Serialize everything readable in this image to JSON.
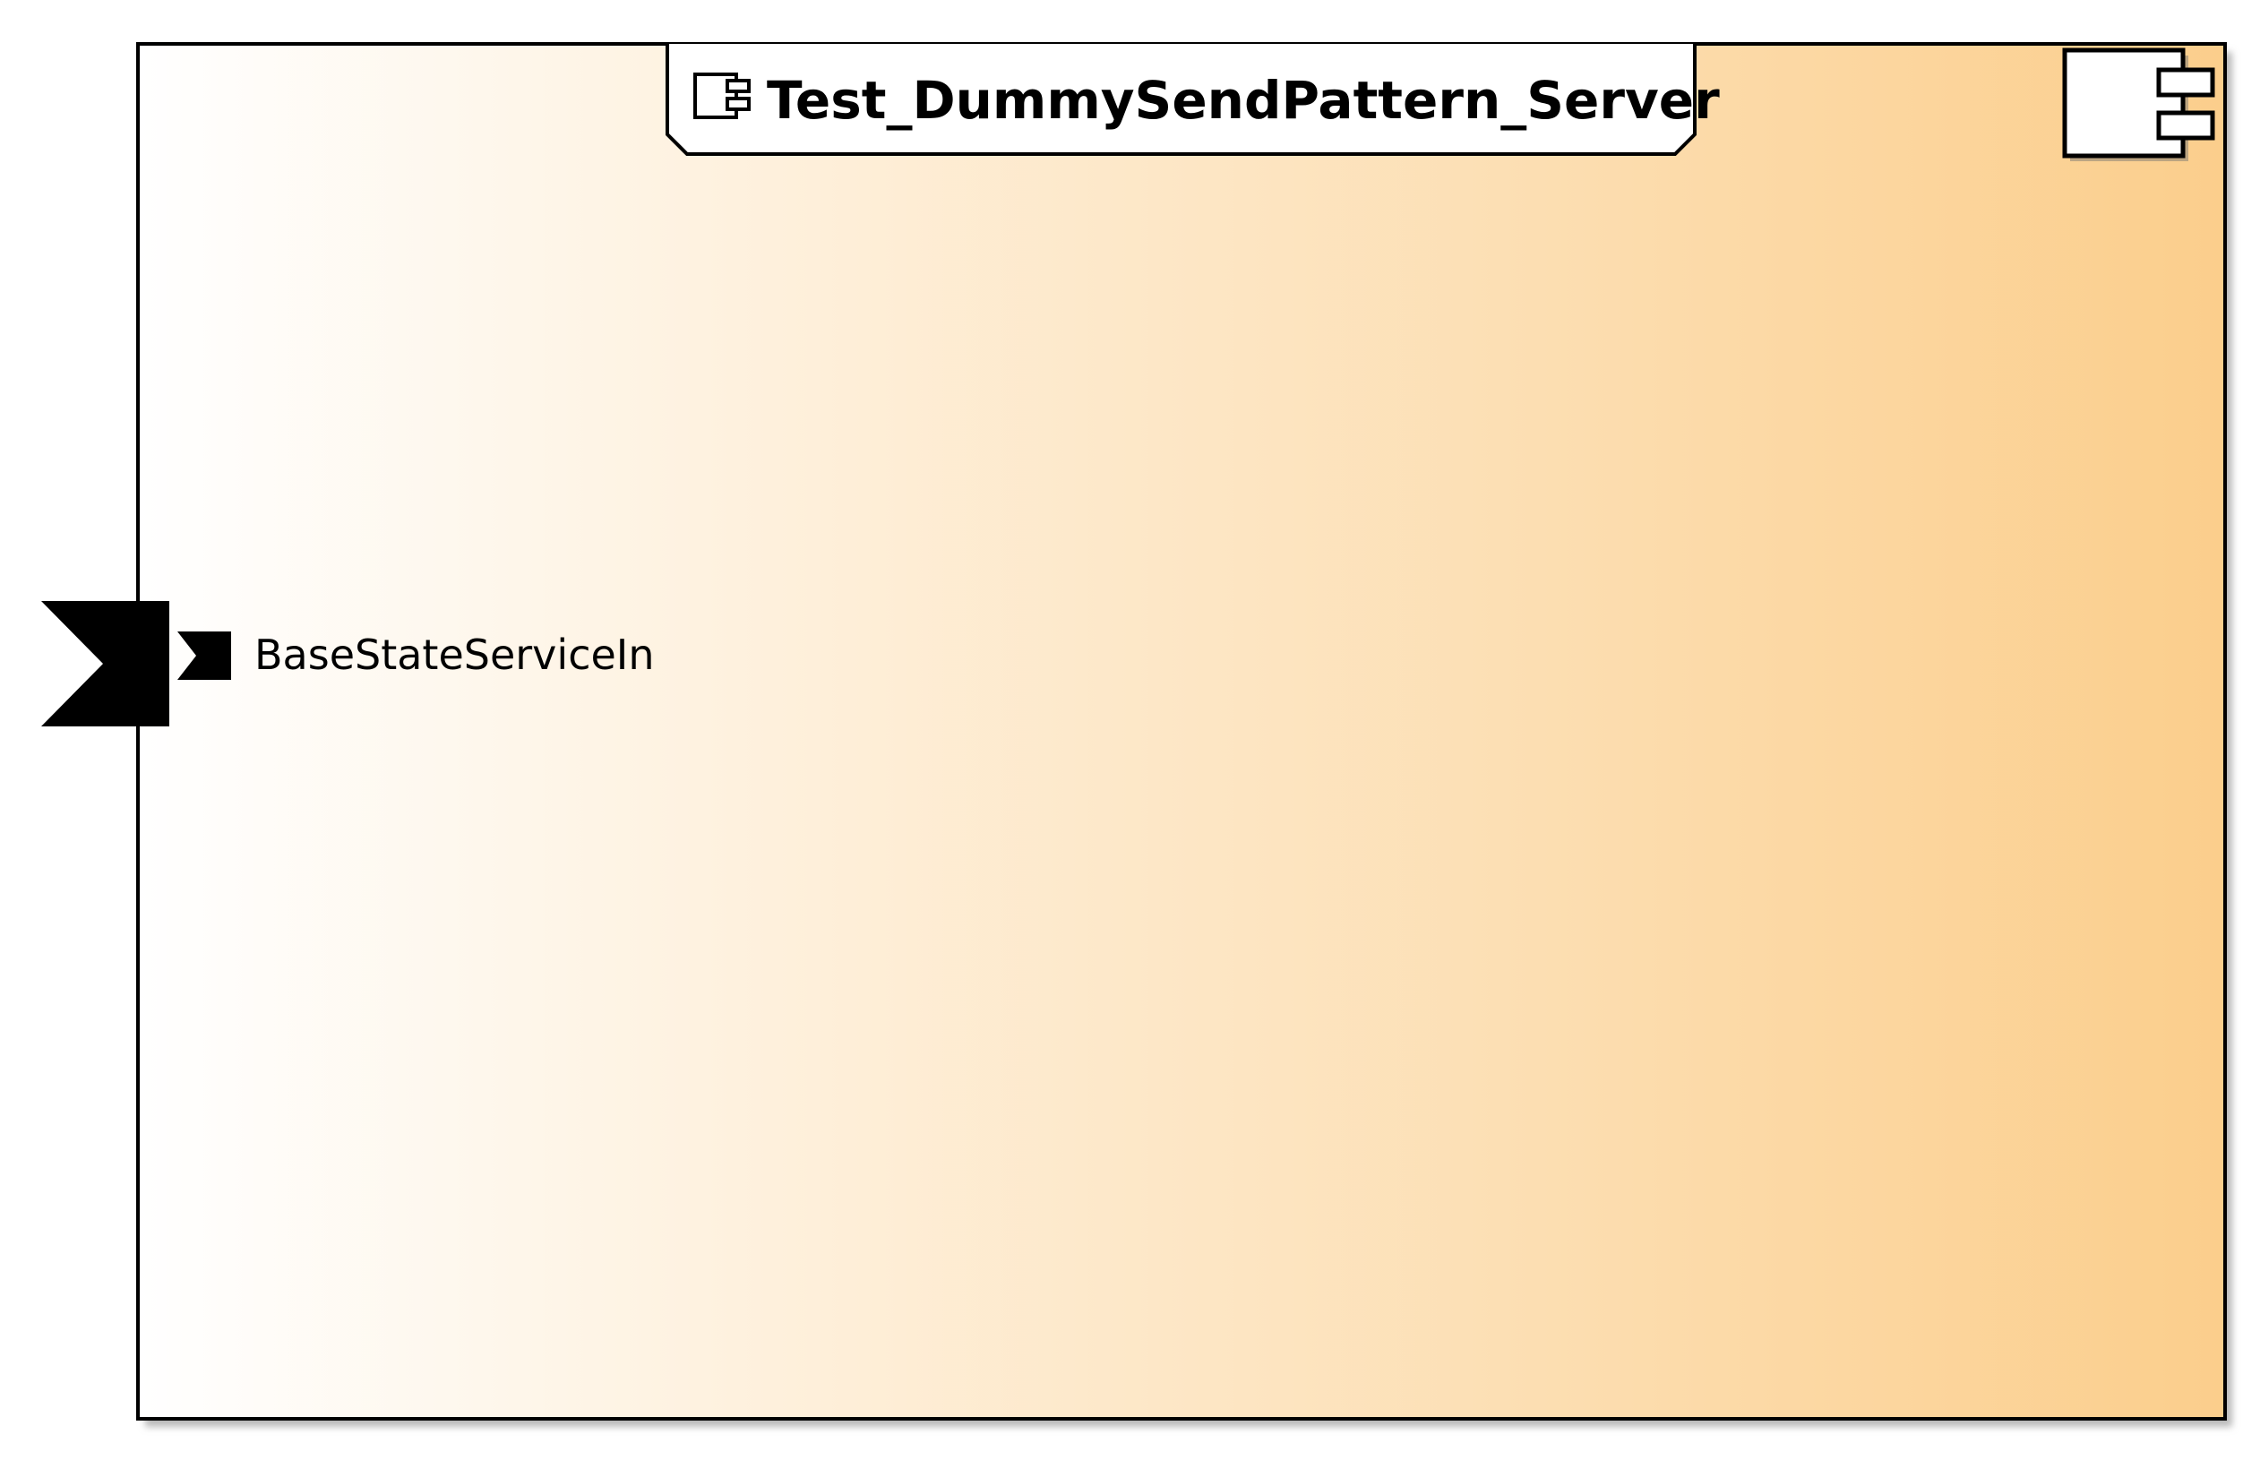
{
  "component": {
    "name": "Test_DummySendPattern_Server",
    "stereotype_icon": "component-icon",
    "fill_gradient": [
      "#ffffff",
      "#fbce8c"
    ],
    "border_color": "#000000"
  },
  "ports": [
    {
      "label": "BaseStateServiceIn",
      "icon": "receive-port-icon",
      "side": "left",
      "color": "#000000"
    }
  ]
}
